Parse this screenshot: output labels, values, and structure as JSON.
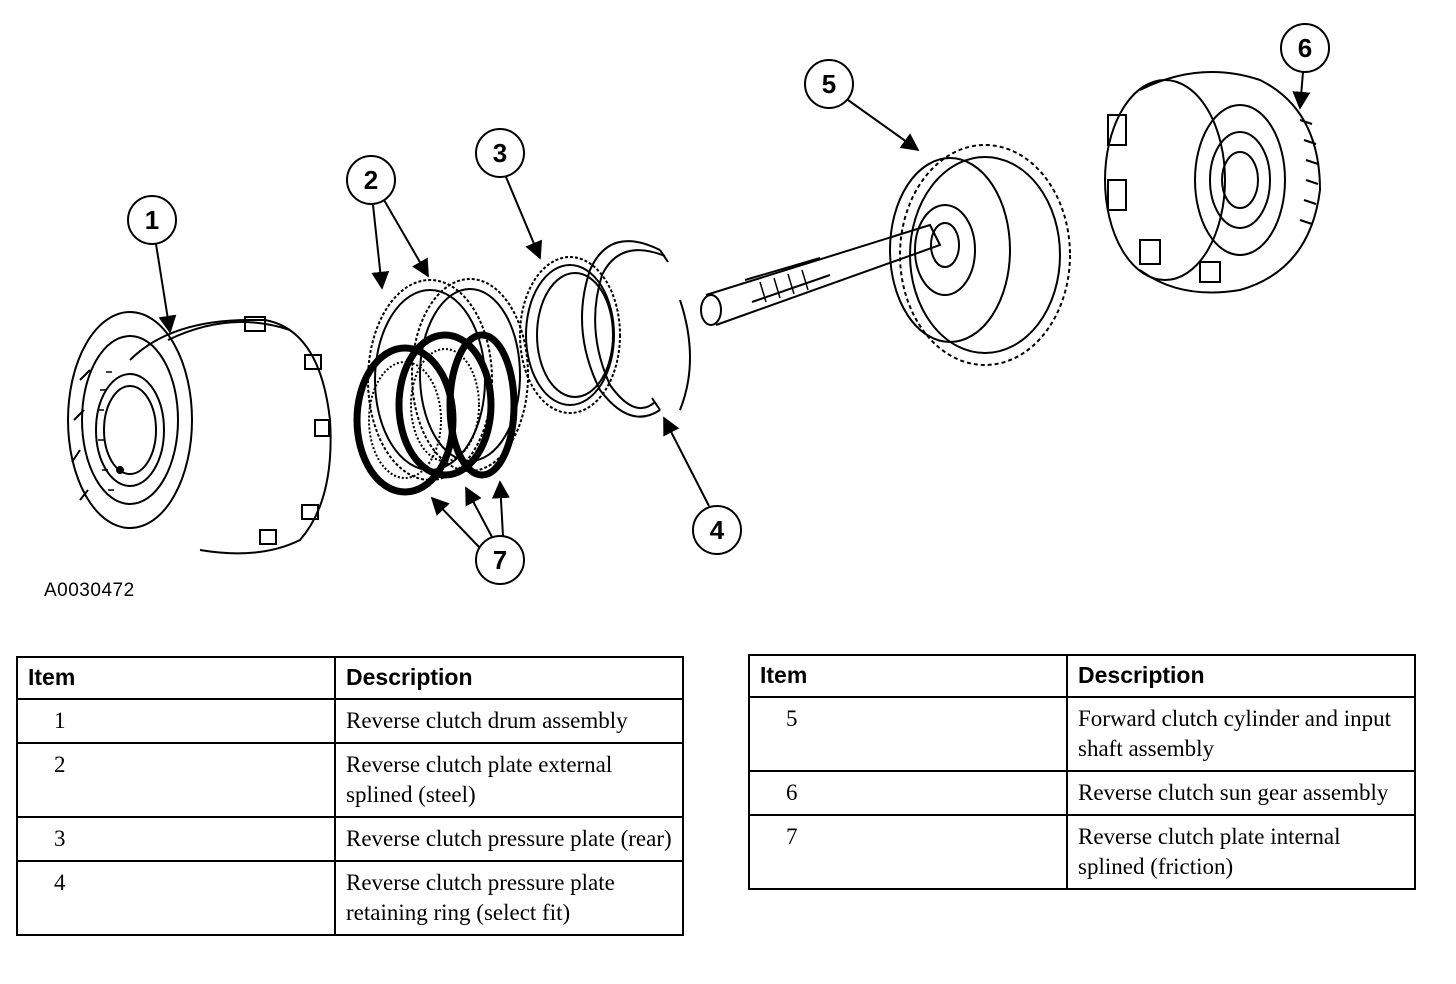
{
  "figure_id": "A0030472",
  "callouts": [
    "1",
    "2",
    "3",
    "4",
    "5",
    "6",
    "7"
  ],
  "legend": {
    "header_item": "Item",
    "header_description": "Description",
    "left_rows": [
      {
        "item": "1",
        "description": "Reverse clutch drum assembly"
      },
      {
        "item": "2",
        "description": "Reverse clutch plate external splined (steel)"
      },
      {
        "item": "3",
        "description": "Reverse clutch pressure plate (rear)"
      },
      {
        "item": "4",
        "description": "Reverse clutch pressure plate retaining ring (select fit)"
      }
    ],
    "right_rows": [
      {
        "item": "5",
        "description": "Forward clutch cylinder and input shaft assembly"
      },
      {
        "item": "6",
        "description": "Reverse clutch sun gear assembly"
      },
      {
        "item": "7",
        "description": "Reverse clutch plate internal splined (friction)"
      }
    ]
  }
}
